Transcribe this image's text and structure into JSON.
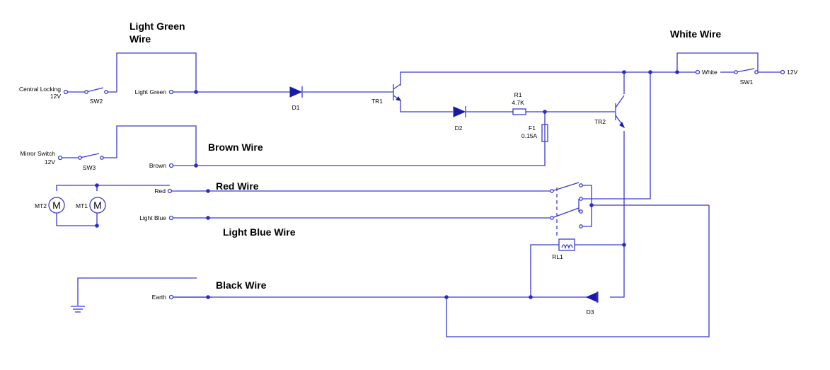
{
  "heading_labels": {
    "light_green_wire_line1": "Light Green",
    "light_green_wire_line2": "Wire",
    "white_wire": "White Wire",
    "brown_wire": "Brown Wire",
    "red_wire": "Red Wire",
    "light_blue_wire": "Light Blue Wire",
    "black_wire": "Black Wire"
  },
  "terminals": {
    "central_locking_line1": "Central Locking",
    "central_locking_line2": "12V",
    "mirror_switch_line1": "Mirror Switch",
    "mirror_switch_line2": "12V",
    "light_green": "Light Green",
    "brown": "Brown",
    "red": "Red",
    "light_blue": "Light Blue",
    "earth": "Earth",
    "white": "White",
    "supply_12v": "12V"
  },
  "components": {
    "sw1": "SW1",
    "sw2": "SW2",
    "sw3": "SW3",
    "d1": "D1",
    "d2": "D2",
    "d3": "D3",
    "tr1": "TR1",
    "tr2": "TR2",
    "r1_name": "R1",
    "r1_value": "4.7K",
    "f1_name": "F1",
    "f1_value": "0.15A",
    "rl1": "RL1",
    "mt1": "MT1",
    "mt2": "MT2",
    "motor_symbol": "M"
  },
  "colors": {
    "wire": "#3a3ad0",
    "junction": "#2a2ac8",
    "text": "#000000",
    "background": "#ffffff"
  }
}
